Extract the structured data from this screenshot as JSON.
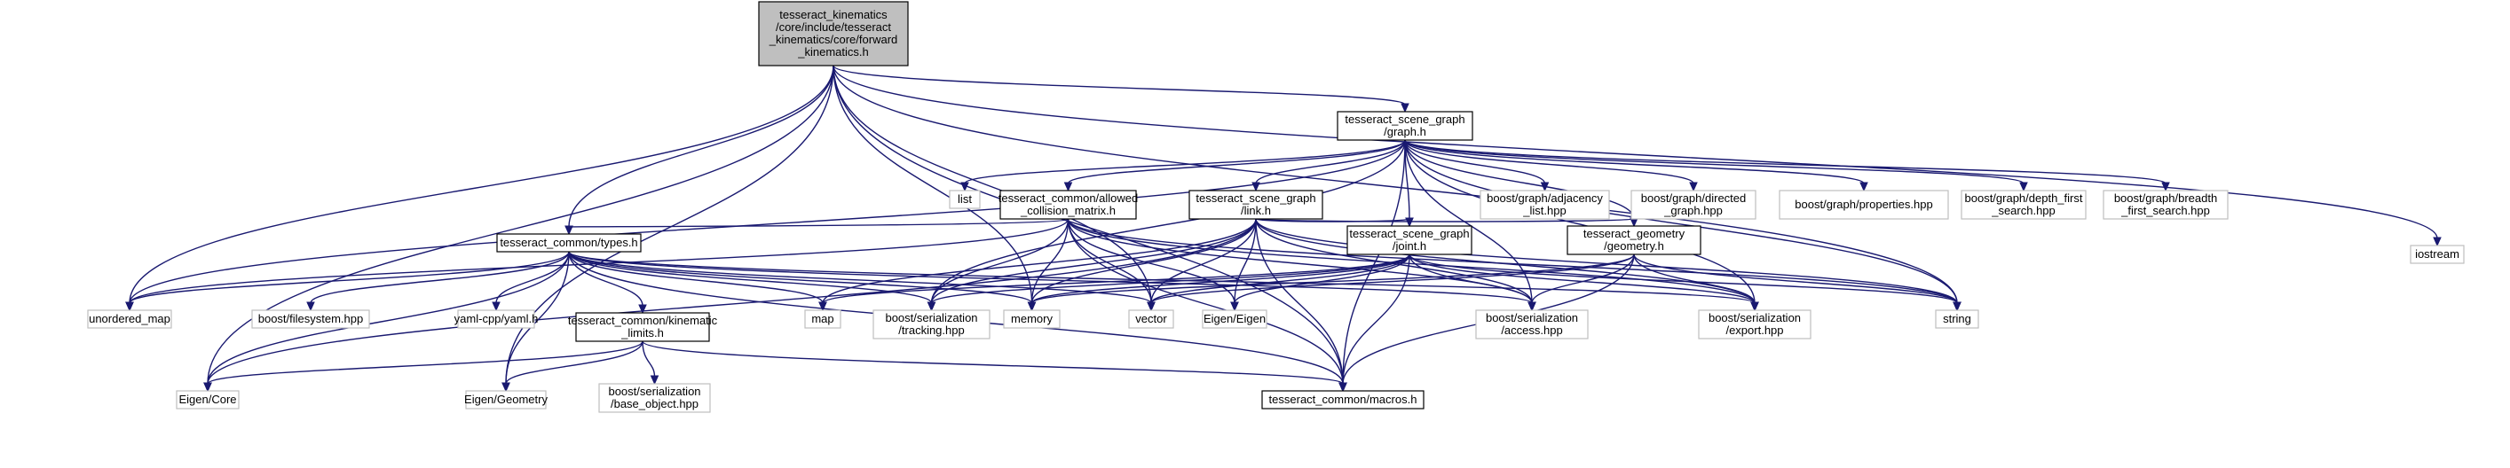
{
  "nodes": [
    {
      "id": "fk",
      "kind": "main",
      "label": [
        "tesseract_kinematics",
        "/core/include/tesseract",
        "_kinematics/core/forward",
        "_kinematics.h"
      ]
    },
    {
      "id": "graph_h",
      "kind": "header",
      "label": [
        "tesseract_scene_graph",
        "/graph.h"
      ]
    },
    {
      "id": "iostream",
      "kind": "ext",
      "label": [
        "iostream"
      ]
    },
    {
      "id": "list",
      "kind": "ext",
      "label": [
        "list"
      ]
    },
    {
      "id": "acm",
      "kind": "header",
      "label": [
        "tesseract_common/allowed",
        "_collision_matrix.h"
      ]
    },
    {
      "id": "link_h",
      "kind": "header",
      "label": [
        "tesseract_scene_graph",
        "/link.h"
      ]
    },
    {
      "id": "adjacency",
      "kind": "ext",
      "label": [
        "boost/graph/adjacency",
        "_list.hpp"
      ]
    },
    {
      "id": "directed",
      "kind": "ext",
      "label": [
        "boost/graph/directed",
        "_graph.hpp"
      ]
    },
    {
      "id": "properties",
      "kind": "ext",
      "label": [
        "boost/graph/properties.hpp"
      ]
    },
    {
      "id": "dfs",
      "kind": "ext",
      "label": [
        "boost/graph/depth_first",
        "_search.hpp"
      ]
    },
    {
      "id": "bfs",
      "kind": "ext",
      "label": [
        "boost/graph/breadth",
        "_first_search.hpp"
      ]
    },
    {
      "id": "types_h",
      "kind": "header",
      "label": [
        "tesseract_common/types.h"
      ]
    },
    {
      "id": "joint_h",
      "kind": "header",
      "label": [
        "tesseract_scene_graph",
        "/joint.h"
      ]
    },
    {
      "id": "geometry_h",
      "kind": "header",
      "label": [
        "tesseract_geometry",
        "/geometry.h"
      ]
    },
    {
      "id": "unordered_map",
      "kind": "ext",
      "label": [
        "unordered_map"
      ]
    },
    {
      "id": "filesystem",
      "kind": "ext",
      "label": [
        "boost/filesystem.hpp"
      ]
    },
    {
      "id": "yaml",
      "kind": "ext",
      "label": [
        "yaml-cpp/yaml.h"
      ]
    },
    {
      "id": "kin_limits",
      "kind": "header",
      "label": [
        "tesseract_common/kinematic",
        "_limits.h"
      ]
    },
    {
      "id": "map",
      "kind": "ext",
      "label": [
        "map"
      ]
    },
    {
      "id": "tracking",
      "kind": "ext",
      "label": [
        "boost/serialization",
        "/tracking.hpp"
      ]
    },
    {
      "id": "memory",
      "kind": "ext",
      "label": [
        "memory"
      ]
    },
    {
      "id": "vector",
      "kind": "ext",
      "label": [
        "vector"
      ]
    },
    {
      "id": "eigen",
      "kind": "ext",
      "label": [
        "Eigen/Eigen"
      ]
    },
    {
      "id": "access",
      "kind": "ext",
      "label": [
        "boost/serialization",
        "/access.hpp"
      ]
    },
    {
      "id": "export",
      "kind": "ext",
      "label": [
        "boost/serialization",
        "/export.hpp"
      ]
    },
    {
      "id": "string",
      "kind": "ext",
      "label": [
        "string"
      ]
    },
    {
      "id": "eigen_core",
      "kind": "ext",
      "label": [
        "Eigen/Core"
      ]
    },
    {
      "id": "eigen_geometry",
      "kind": "ext",
      "label": [
        "Eigen/Geometry"
      ]
    },
    {
      "id": "base_object",
      "kind": "ext",
      "label": [
        "boost/serialization",
        "/base_object.hpp"
      ]
    },
    {
      "id": "macros",
      "kind": "header",
      "label": [
        "tesseract_common/macros.h"
      ]
    }
  ],
  "edges": [
    [
      "fk",
      "graph_h"
    ],
    [
      "fk",
      "iostream"
    ],
    [
      "fk",
      "string"
    ],
    [
      "fk",
      "macros"
    ],
    [
      "fk",
      "unordered_map"
    ],
    [
      "fk",
      "types_h"
    ],
    [
      "fk",
      "memory"
    ],
    [
      "fk",
      "vector"
    ],
    [
      "fk",
      "eigen_core"
    ],
    [
      "fk",
      "eigen_geometry"
    ],
    [
      "graph_h",
      "list"
    ],
    [
      "graph_h",
      "acm"
    ],
    [
      "graph_h",
      "link_h"
    ],
    [
      "graph_h",
      "joint_h"
    ],
    [
      "graph_h",
      "adjacency"
    ],
    [
      "graph_h",
      "directed"
    ],
    [
      "graph_h",
      "properties"
    ],
    [
      "graph_h",
      "dfs"
    ],
    [
      "graph_h",
      "bfs"
    ],
    [
      "graph_h",
      "string"
    ],
    [
      "graph_h",
      "unordered_map"
    ],
    [
      "graph_h",
      "tracking"
    ],
    [
      "graph_h",
      "access"
    ],
    [
      "graph_h",
      "export"
    ],
    [
      "graph_h",
      "macros"
    ],
    [
      "graph_h",
      "geometry_h"
    ],
    [
      "acm",
      "types_h"
    ],
    [
      "acm",
      "unordered_map"
    ],
    [
      "acm",
      "tracking"
    ],
    [
      "acm",
      "memory"
    ],
    [
      "acm",
      "vector"
    ],
    [
      "acm",
      "eigen"
    ],
    [
      "acm",
      "access"
    ],
    [
      "acm",
      "export"
    ],
    [
      "acm",
      "string"
    ],
    [
      "acm",
      "macros"
    ],
    [
      "link_h",
      "joint_h"
    ],
    [
      "link_h",
      "geometry_h"
    ],
    [
      "link_h",
      "map"
    ],
    [
      "link_h",
      "tracking"
    ],
    [
      "link_h",
      "memory"
    ],
    [
      "link_h",
      "vector"
    ],
    [
      "link_h",
      "eigen"
    ],
    [
      "link_h",
      "access"
    ],
    [
      "link_h",
      "export"
    ],
    [
      "link_h",
      "string"
    ],
    [
      "link_h",
      "macros"
    ],
    [
      "link_h",
      "eigen_core"
    ],
    [
      "types_h",
      "unordered_map"
    ],
    [
      "types_h",
      "filesystem"
    ],
    [
      "types_h",
      "yaml"
    ],
    [
      "types_h",
      "kin_limits"
    ],
    [
      "types_h",
      "map"
    ],
    [
      "types_h",
      "tracking"
    ],
    [
      "types_h",
      "memory"
    ],
    [
      "types_h",
      "vector"
    ],
    [
      "types_h",
      "access"
    ],
    [
      "types_h",
      "export"
    ],
    [
      "types_h",
      "eigen_core"
    ],
    [
      "types_h",
      "eigen_geometry"
    ],
    [
      "types_h",
      "macros"
    ],
    [
      "joint_h",
      "map"
    ],
    [
      "joint_h",
      "tracking"
    ],
    [
      "joint_h",
      "memory"
    ],
    [
      "joint_h",
      "vector"
    ],
    [
      "joint_h",
      "eigen"
    ],
    [
      "joint_h",
      "access"
    ],
    [
      "joint_h",
      "export"
    ],
    [
      "joint_h",
      "string"
    ],
    [
      "joint_h",
      "macros"
    ],
    [
      "geometry_h",
      "memory"
    ],
    [
      "geometry_h",
      "vector"
    ],
    [
      "geometry_h",
      "access"
    ],
    [
      "geometry_h",
      "export"
    ],
    [
      "geometry_h",
      "string"
    ],
    [
      "geometry_h",
      "macros"
    ],
    [
      "kin_limits",
      "eigen_core"
    ],
    [
      "kin_limits",
      "eigen_geometry"
    ],
    [
      "kin_limits",
      "base_object"
    ],
    [
      "kin_limits",
      "macros"
    ]
  ]
}
